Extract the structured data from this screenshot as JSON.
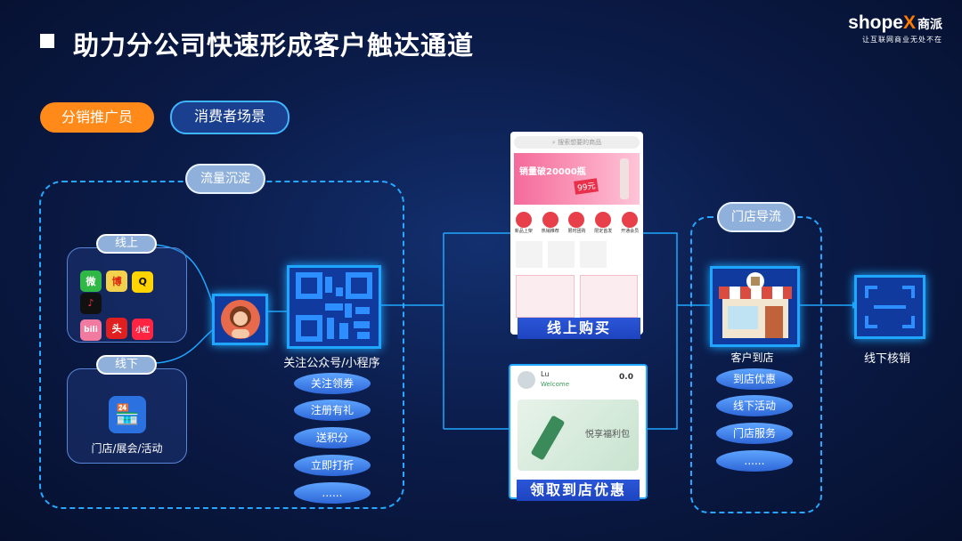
{
  "header": {
    "title": "助力分公司快速形成客户触达通道",
    "logo_main": "shope",
    "logo_x": "X",
    "logo_cn": "商派",
    "logo_sub": "让互联网商业无处不在"
  },
  "pills": {
    "distributor": "分销推广员",
    "consumer": "消费者场景"
  },
  "left": {
    "traffic_tag": "流量沉淀",
    "online_tag": "线上",
    "offline_tag": "线下",
    "offline_label": "门店/展会/活动",
    "apps": [
      "微信",
      "微博",
      "QQ",
      "抖音",
      "哔哩",
      "头条",
      "小红书"
    ]
  },
  "qr": {
    "label": "关注公众号/小程序",
    "options": [
      "关注领券",
      "注册有礼",
      "送积分",
      "立即打折",
      "......"
    ]
  },
  "phones": {
    "top_caption": "线上购买",
    "top_search": "搜索想要的商品",
    "top_banner": "销量破20000瓶",
    "top_price": "99元",
    "top_nav": [
      "新品上架",
      "热销推荐",
      "限时团购",
      "限定首发",
      "开通会员"
    ],
    "bottom_caption": "领取到店优惠",
    "bottom_user": "Lu",
    "bottom_welcome": "Welcome",
    "bottom_count": "0.0",
    "bottom_promo": "悦享福利包"
  },
  "store": {
    "tag": "门店导流",
    "label": "客户到店",
    "options": [
      "到店优惠",
      "线下活动",
      "门店服务",
      "......"
    ]
  },
  "verify": {
    "label": "线下核销"
  },
  "colors": {
    "accent": "#1fa7ff",
    "orange": "#ff8a1a",
    "bg": "#0b1c4a"
  }
}
